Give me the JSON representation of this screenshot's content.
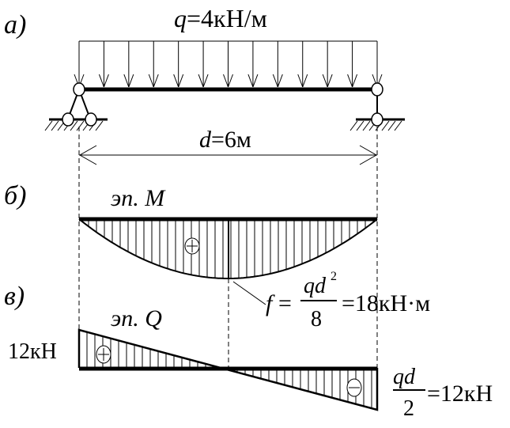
{
  "labels": {
    "a": "а)",
    "b": "б)",
    "v": "в)"
  },
  "load": {
    "q_sym": "q",
    "q_rest": "=4кН/м"
  },
  "span": {
    "d_sym": "d",
    "d_rest": "=6м"
  },
  "moment": {
    "title": "эп. M",
    "sign": "+",
    "f_sym": "f",
    "eq": "=",
    "num": "qd",
    "exp": "2",
    "den": "8",
    "result": "=18кН·м"
  },
  "shear": {
    "title": "эп. Q",
    "left_value": "12кН",
    "sign_pos": "+",
    "sign_neg": "−",
    "num": "qd",
    "den": "2",
    "result": "=12кН"
  },
  "chart_data": {
    "type": "diagram",
    "beam": {
      "length_m": 6,
      "q_kN_per_m": 4
    },
    "moment_max_kNm": 18,
    "shear_kN": [
      12,
      -12
    ]
  }
}
